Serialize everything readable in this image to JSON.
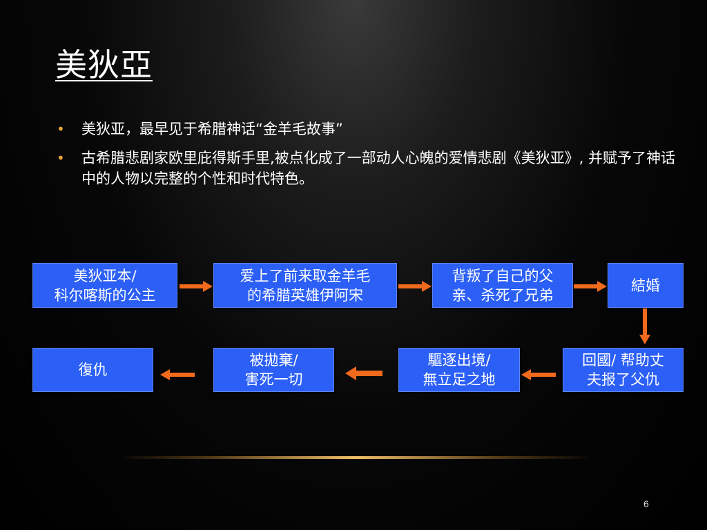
{
  "slide": {
    "title": "美狄亞",
    "bullets": [
      "美狄亚，最早见于希腊神话“金羊毛故事”",
      "古希腊悲剧家欧里庇得斯手里,被点化成了一部动人心魄的爱情悲剧《美狄亚》, 并赋予了神话中的人物以完整的个性和时代特色。"
    ],
    "page_number": "6"
  },
  "flow": {
    "boxes": [
      "美狄亚本/\n科尔喀斯的公主",
      "爱上了前来取金羊毛\n的希腊英雄伊阿宋",
      "背叛了自己的父\n亲、杀死了兄弟",
      "結婚",
      "回國/ 帮助丈\n夫报了父仇",
      "驅逐出境/\n無立足之地",
      "被拋棄/\n害死一切",
      "復仇"
    ]
  },
  "colors": {
    "box_fill": "#2b5ff5",
    "arrow": "#f26a1b",
    "bullet": "#e8a33c"
  }
}
